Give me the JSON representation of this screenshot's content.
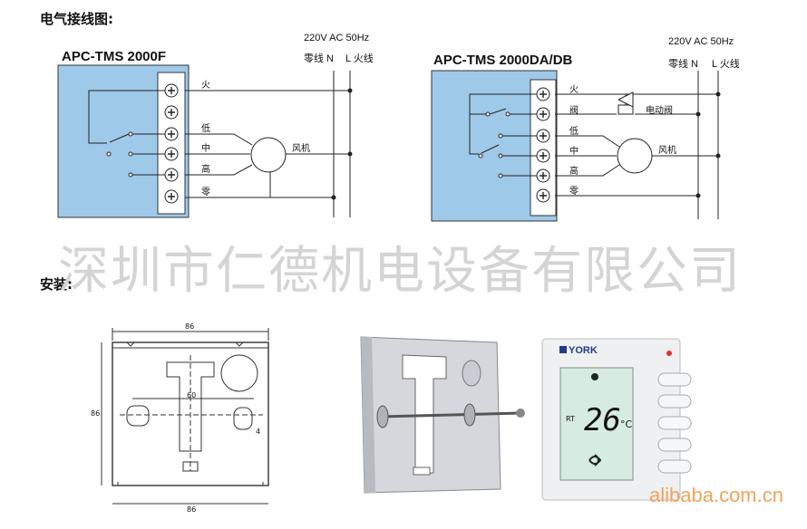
{
  "sections": {
    "wiring_title": "电气接线图:",
    "install_title": "安装:"
  },
  "diagram_a": {
    "model": "APC-TMS 2000F",
    "supply": "220V AC 50Hz",
    "neutral_line": "零线 N",
    "live_line": "L 火线",
    "terminal_labels": [
      "火",
      "低",
      "中",
      "高",
      "零"
    ],
    "fan_label": "风机"
  },
  "diagram_b": {
    "model": "APC-TMS 2000DA/DB",
    "supply": "220V AC 50Hz",
    "neutral_line": "零线 N",
    "live_line": "L 火线",
    "terminal_labels": [
      "火",
      "阀",
      "低",
      "中",
      "高",
      "零"
    ],
    "valve_label": "电动阀",
    "fan_label": "风机"
  },
  "watermark": "深圳市仁德机电设备有限公司",
  "drawing_dims": {
    "top": "86",
    "center": "60",
    "side": "86",
    "bottom": "86",
    "small": "4"
  },
  "device": {
    "brand": "YORK",
    "mode_label": "RT",
    "temperature": "26",
    "unit": "°C"
  },
  "site_watermark": "alibaba.com.cn",
  "colors": {
    "panel": "#9fc9e9",
    "watermark": "#d4d4d4",
    "lcd": "#d6ece2",
    "alibaba": "#f3a35a"
  }
}
